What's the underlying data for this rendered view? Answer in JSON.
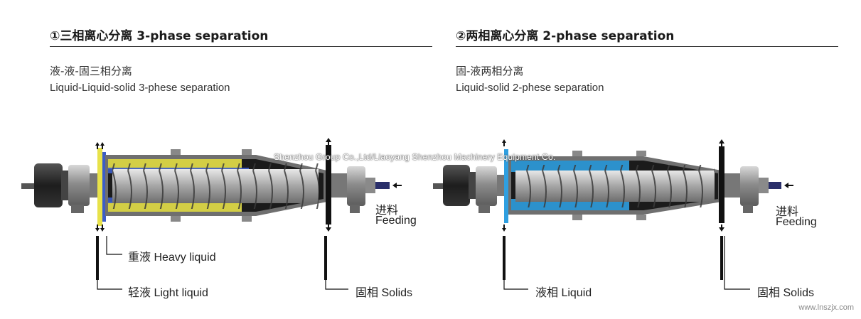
{
  "left": {
    "title": "①三相离心分离 3-phase separation",
    "subtitle_cn": "液-液-固三相分离",
    "subtitle_en": "Liquid-Liquid-solid 3-phese separation",
    "feeding_cn": "进料",
    "feeding_en": "Feeding",
    "heavy_liquid": "重液 Heavy liquid",
    "light_liquid": "轻液 Light liquid",
    "solids": "固相 Solids"
  },
  "right": {
    "title": "②两相离心分离 2-phase separation",
    "subtitle_cn": "固-液两相分离",
    "subtitle_en": "Liquid-solid 2-phese separation",
    "feeding_cn": "进料",
    "feeding_en": "Feeding",
    "liquid": "液相 Liquid",
    "solids": "固相 Solids"
  },
  "watermark": "Shenzhou Group Co.,Ltd/Liaoyang Shenzhou Machinery Equipment Co.",
  "footer": "www.lnszjx.com",
  "colors": {
    "heavy_liquid": "#3c5dc8",
    "light_liquid": "#e8e24a",
    "liquid": "#2f9fe0",
    "solids": "#111111",
    "drum": "#9a9a9a"
  }
}
